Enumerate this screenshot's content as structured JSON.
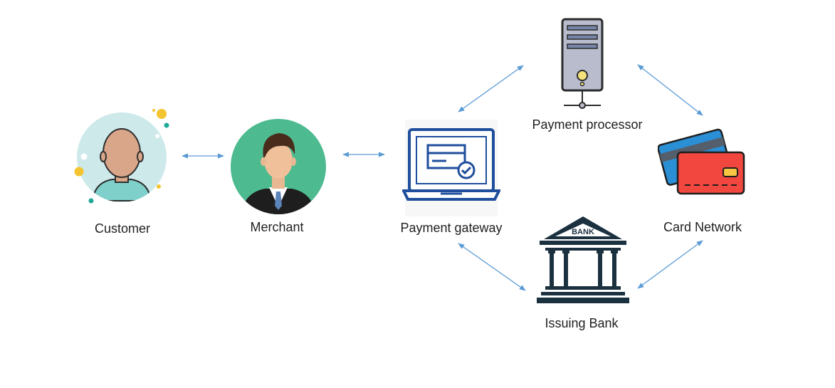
{
  "nodes": {
    "customer": {
      "label": "Customer"
    },
    "merchant": {
      "label": "Merchant"
    },
    "gateway": {
      "label": "Payment gateway"
    },
    "processor": {
      "label": "Payment processor"
    },
    "card_network": {
      "label": "Card Network"
    },
    "issuing_bank": {
      "label": "Issuing Bank",
      "sign_text": "BANK"
    }
  },
  "colors": {
    "arrow": "#5b9bd5",
    "customer_bg": "#cde9ea",
    "merchant_bg": "#4dba8f",
    "gateway_icon": "#1f4e9c",
    "bank_icon": "#1c3140",
    "card_blue": "#2b8fd6",
    "card_red": "#f2473f",
    "server_body": "#b9bccd"
  },
  "connections": [
    {
      "from": "customer",
      "to": "merchant"
    },
    {
      "from": "merchant",
      "to": "gateway"
    },
    {
      "from": "gateway",
      "to": "processor"
    },
    {
      "from": "processor",
      "to": "card_network"
    },
    {
      "from": "gateway",
      "to": "issuing_bank"
    },
    {
      "from": "issuing_bank",
      "to": "card_network"
    }
  ]
}
